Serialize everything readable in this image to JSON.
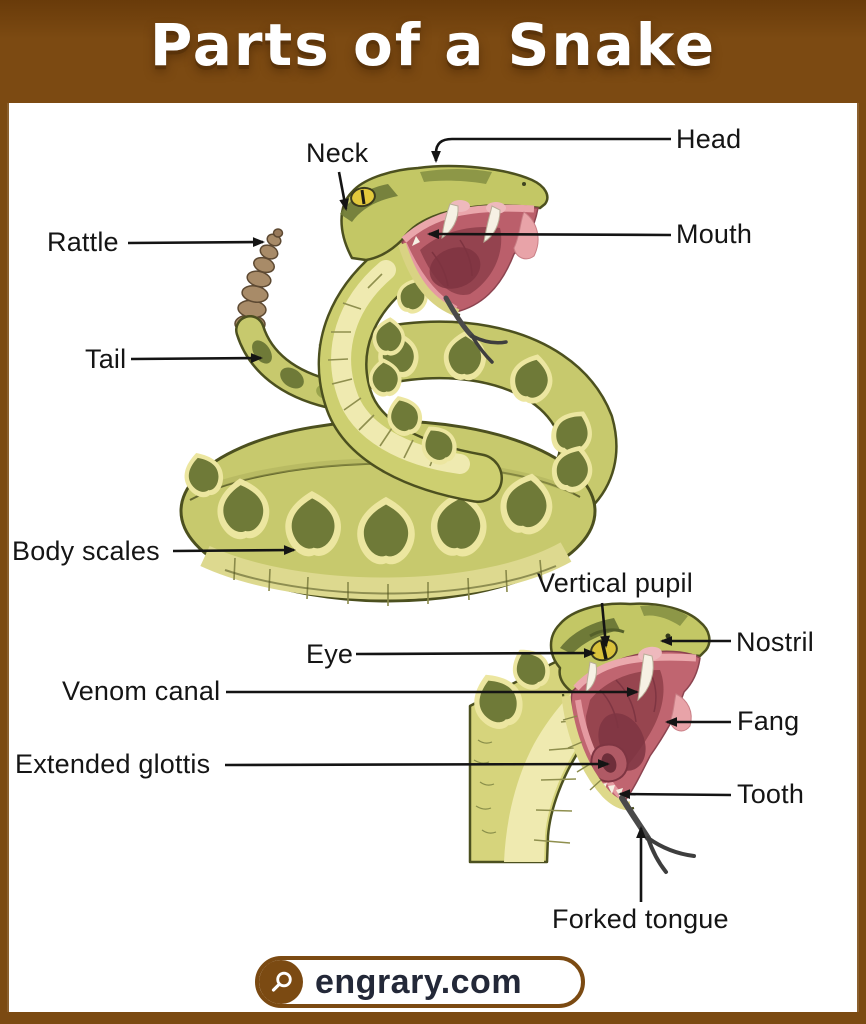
{
  "header": {
    "title": "Parts of a Snake"
  },
  "labels": {
    "neck": "Neck",
    "head": "Head",
    "rattle": "Rattle",
    "mouth": "Mouth",
    "tail": "Tail",
    "body_scales": "Body scales",
    "vertical_pupil": "Vertical pupil",
    "eye": "Eye",
    "nostril": "Nostril",
    "venom_canal": "Venom canal",
    "fang": "Fang",
    "extended_glottis": "Extended glottis",
    "tooth": "Tooth",
    "forked_tongue": "Forked tongue"
  },
  "footer": {
    "site": "engrary.com",
    "icon": "magnifier-icon"
  },
  "colors": {
    "frame_brown": "#7b4a12",
    "title_text": "#ffffff",
    "label_ink": "#151515",
    "leader_line": "#141414",
    "snake_body": "#c7c96d",
    "snake_dark_blotch": "#6f7a38",
    "snake_belly": "#efeab0",
    "mouth_pink": "#c06570",
    "mouth_deep": "#7e3542",
    "fang_white": "#f6f1e4",
    "rattle_brown": "#a88b68",
    "eye_yellow": "#ddc135",
    "footer_text": "#232838"
  }
}
